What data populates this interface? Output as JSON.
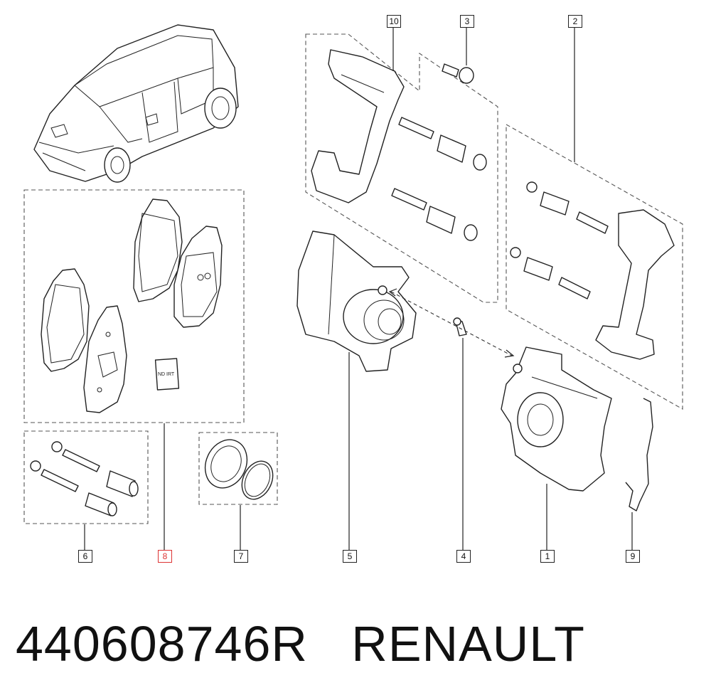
{
  "callouts": {
    "c1": "1",
    "c2": "2",
    "c3": "3",
    "c4": "4",
    "c5": "5",
    "c6": "6",
    "c7": "7",
    "c8": "8",
    "c9": "9",
    "c10": "10"
  },
  "selected_callout": "8",
  "caption": {
    "part_number": "440608746R",
    "brand": "RENAULT"
  },
  "booklet_label": "ND IRT",
  "colors": {
    "line": "#222222",
    "highlight": "#dd3333",
    "background": "#ffffff"
  }
}
